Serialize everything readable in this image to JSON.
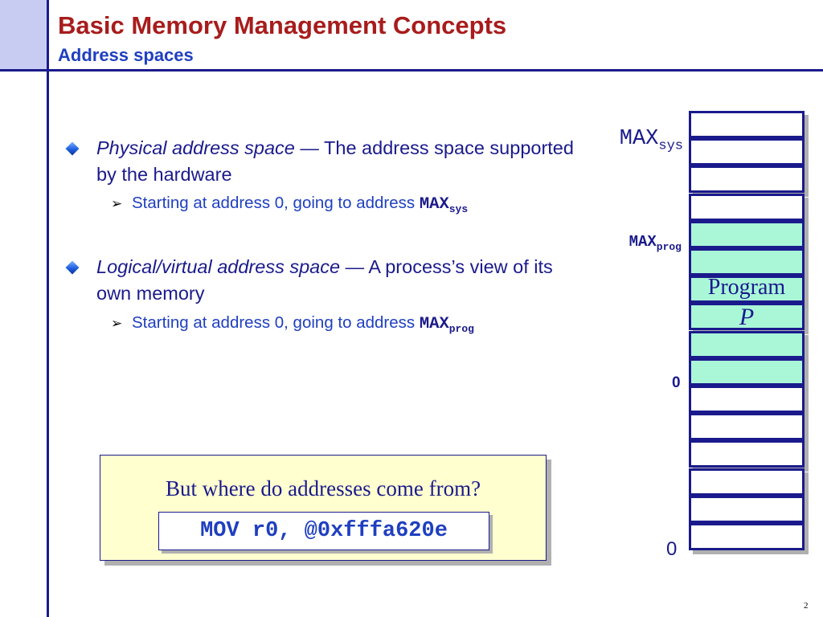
{
  "header": {
    "title": "Basic Memory Management Concepts",
    "subtitle": "Address spaces"
  },
  "bullets": [
    {
      "term": "Physical address space",
      "dash": " — ",
      "description": "The address space supported by the hardware",
      "sub_text": "Starting at address 0, going to address ",
      "sub_code": "MAX",
      "sub_code_subscript": "sys"
    },
    {
      "term": "Logical/virtual address space",
      "dash": " — ",
      "description": "A process’s view of its own memory",
      "sub_text": "Starting at address 0, going to address ",
      "sub_code": "MAX",
      "sub_code_subscript": "prog"
    }
  ],
  "memory_diagram": {
    "label_max_sys": "MAX",
    "label_max_sys_sub": "sys",
    "label_max_prog": "MAX",
    "label_max_prog_sub": "prog",
    "label_prog_zero": "0",
    "label_bottom_zero": "0",
    "program_label_line1": "Program",
    "program_label_line2": "P",
    "cell_count": 16,
    "program_cells": [
      4,
      5,
      6,
      7,
      8,
      9
    ],
    "program_color": "#aaf7d8"
  },
  "question_box": {
    "question": "But where do addresses come from?",
    "code": "MOV r0, @0xfffa620e"
  },
  "footer": {
    "page_number": "2"
  },
  "colors": {
    "title": "#a81c1c",
    "accent_blue": "#1f3fc0",
    "navy": "#1a1a8c",
    "box_yellow": "#ffffd0"
  }
}
